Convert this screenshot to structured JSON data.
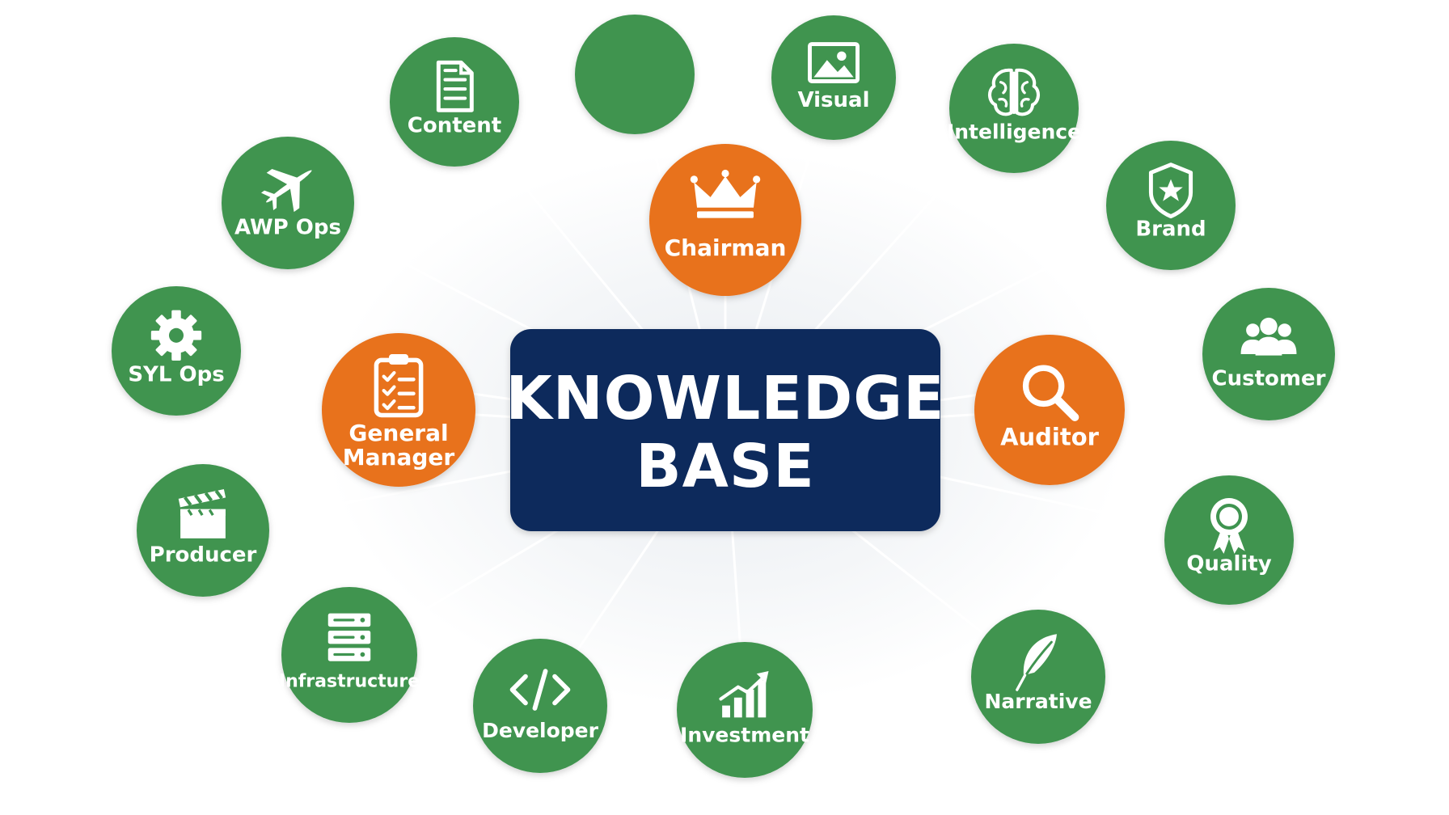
{
  "colors": {
    "hub": "#0e2a5c",
    "outer_node": "#3f9450",
    "inner_node": "#e8721d",
    "connector": "#ffffff",
    "text": "#ffffff"
  },
  "hub": {
    "line1": "KNOWLEDGE",
    "line2": "BASE"
  },
  "inner_nodes": [
    {
      "id": "chairman",
      "label": "Chairman",
      "icon": "crown-icon"
    },
    {
      "id": "general-manager",
      "label": [
        "General",
        "Manager"
      ],
      "icon": "clipboard-checklist-icon"
    },
    {
      "id": "auditor",
      "label": "Auditor",
      "icon": "magnifier-icon"
    }
  ],
  "outer_nodes": [
    {
      "id": "blank",
      "label": "",
      "icon": ""
    },
    {
      "id": "content",
      "label": "Content",
      "icon": "document-icon"
    },
    {
      "id": "visual",
      "label": "Visual",
      "icon": "image-icon"
    },
    {
      "id": "intelligence",
      "label": "Intelligence",
      "icon": "brain-icon"
    },
    {
      "id": "awp-ops",
      "label": "AWP Ops",
      "icon": "airplane-icon"
    },
    {
      "id": "brand",
      "label": "Brand",
      "icon": "shield-star-icon"
    },
    {
      "id": "syl-ops",
      "label": "SYL Ops",
      "icon": "gear-icon"
    },
    {
      "id": "customer",
      "label": "Customer",
      "icon": "people-icon"
    },
    {
      "id": "producer",
      "label": "Producer",
      "icon": "clapperboard-icon"
    },
    {
      "id": "quality",
      "label": "Quality",
      "icon": "award-ribbon-icon"
    },
    {
      "id": "infrastructure",
      "label": "Infrastructure",
      "icon": "server-icon"
    },
    {
      "id": "narrative",
      "label": "Narrative",
      "icon": "feather-icon"
    },
    {
      "id": "developer",
      "label": "Developer",
      "icon": "code-icon"
    },
    {
      "id": "investment",
      "label": "Investment",
      "icon": "growth-chart-icon"
    }
  ]
}
